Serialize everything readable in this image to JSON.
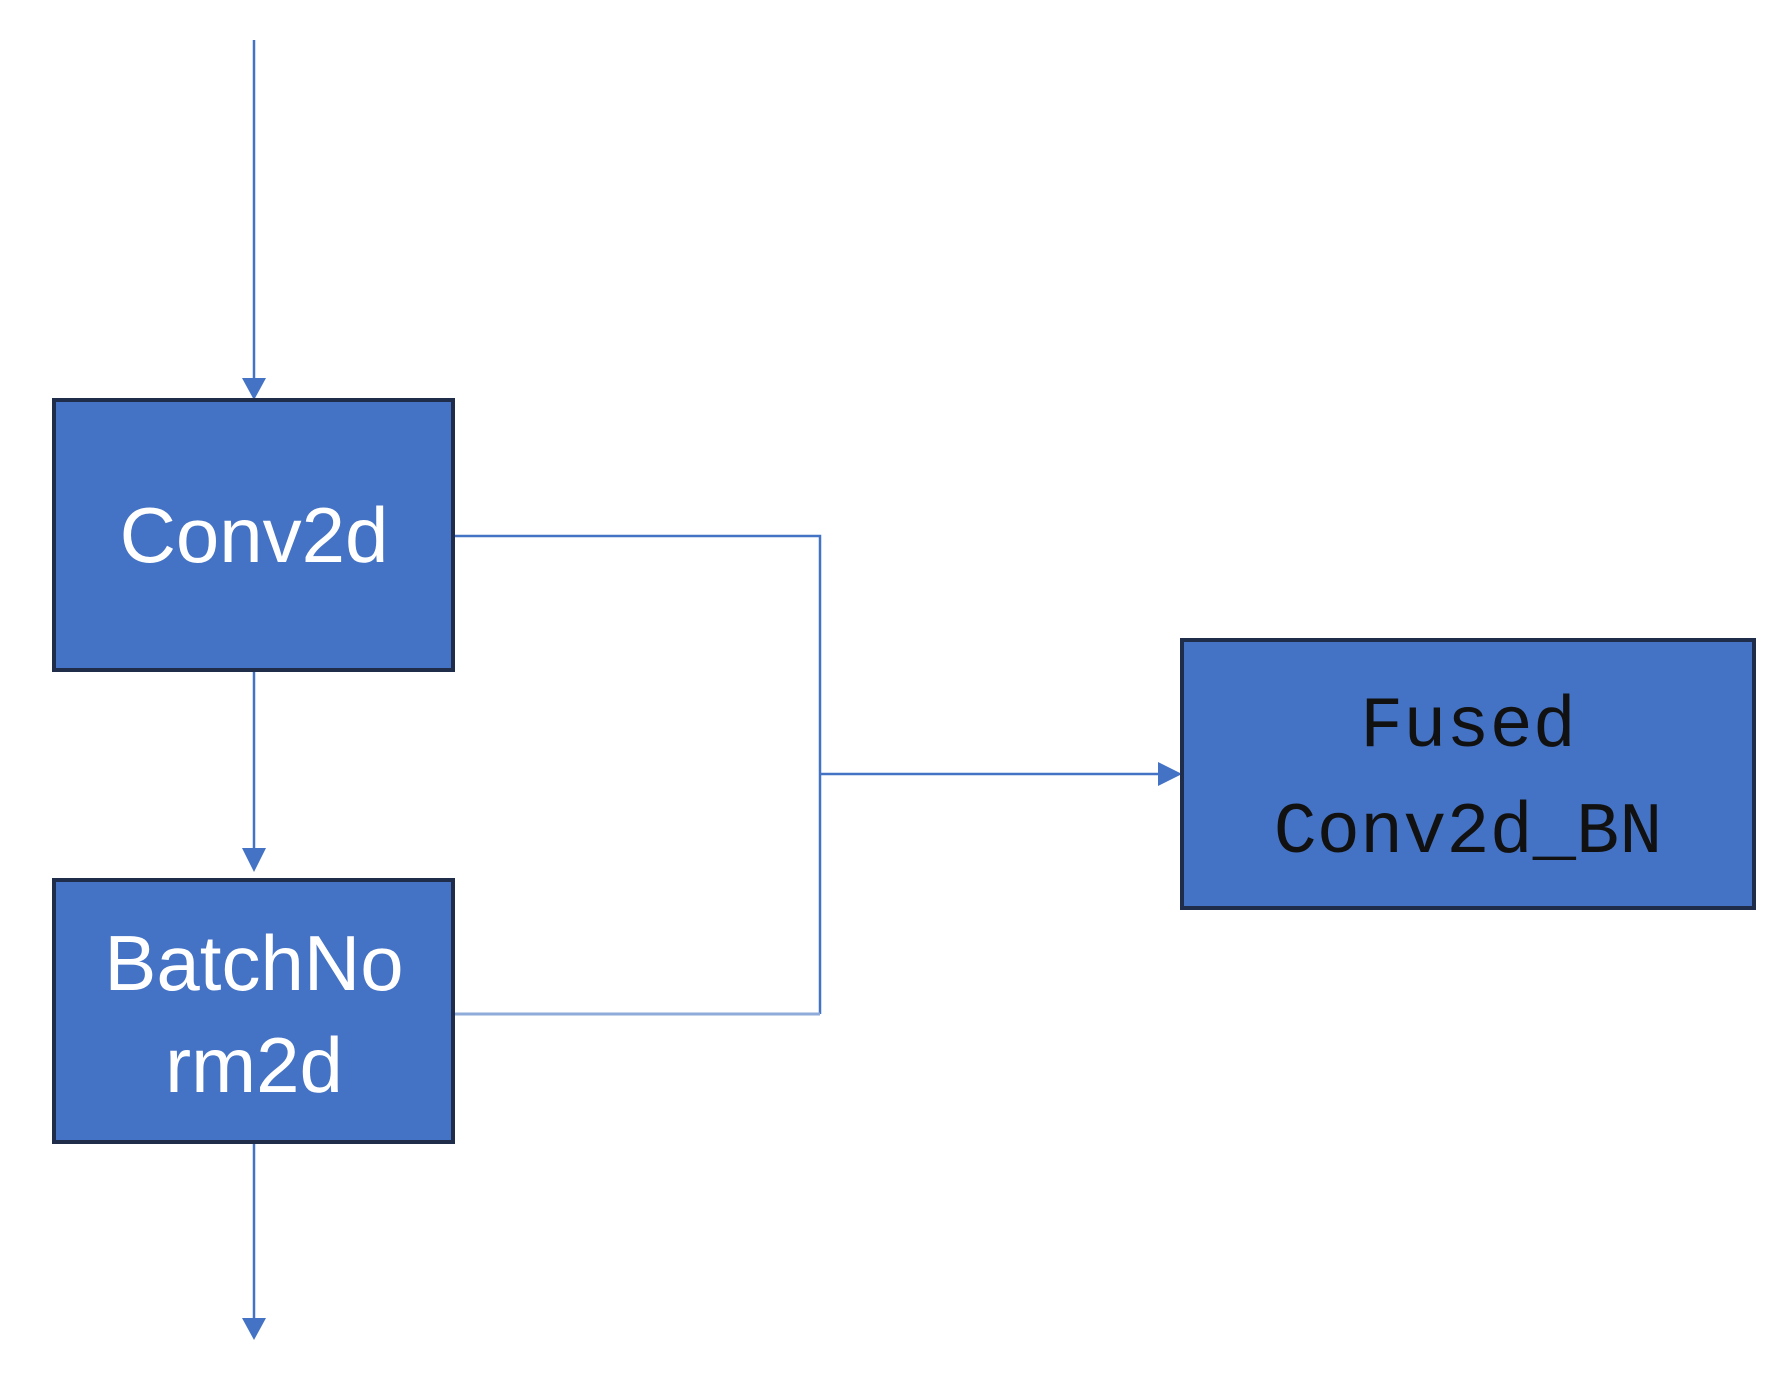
{
  "diagram": {
    "colors": {
      "box_fill": "#4472c4",
      "box_border": "#1f2d4a",
      "line": "#4472c4",
      "line_light": "#8fabd9",
      "text_light": "#ffffff",
      "text_dark": "#111111",
      "background": "#ffffff"
    },
    "nodes": {
      "conv2d": {
        "label": "Conv2d"
      },
      "batchnorm2d": {
        "line1": "BatchNo",
        "line2": "rm2d"
      },
      "fused": {
        "line1": "Fused",
        "line2": "Conv2d_BN"
      }
    }
  }
}
